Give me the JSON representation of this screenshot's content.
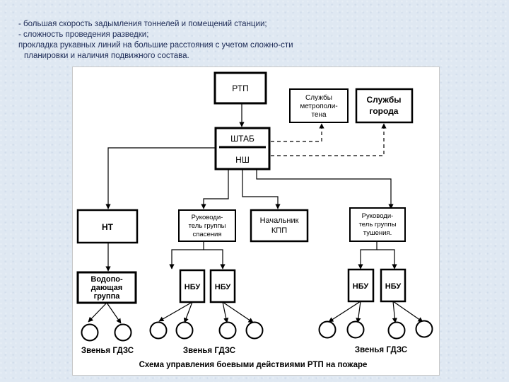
{
  "text_lines": [
    "- большая скорость задымления тоннелей и помещений станции;",
    "- сложность проведения разведки;",
    "прокладка рукавных линий на большие расстояния с учетом сложно-сти",
    "планировки и наличия подвижного состава."
  ],
  "diagram": {
    "rtp": "РТП",
    "metro_services": [
      "Службы",
      "метрополи-",
      "тена"
    ],
    "city_services": [
      "Службы",
      "города"
    ],
    "shtab": "ШТАБ",
    "ns": "НШ",
    "nt": "НТ",
    "rescue_group_head": [
      "Руководи-",
      "тель группы",
      "спасения"
    ],
    "kpp_head": [
      "Начальник",
      "КПП"
    ],
    "fire_group_head": [
      "Руководи-",
      "тель группы",
      "тушения."
    ],
    "water_group": [
      "Водопо-",
      "дающая",
      "группа"
    ],
    "nbu": "НБУ",
    "zvenya": "Звенья ГДЗС",
    "caption": "Схема управления боевыми действиями РТП на пожаре"
  }
}
